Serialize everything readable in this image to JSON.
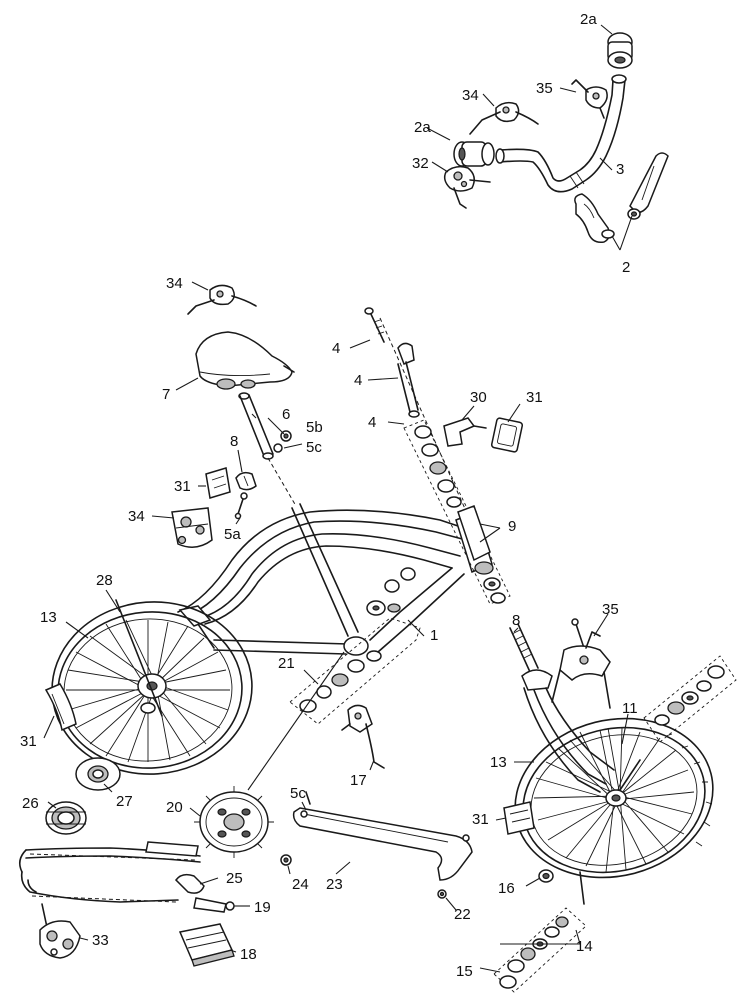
{
  "labels": {
    "2a_top": "2a",
    "2a_mid": "2a",
    "34_top": "34",
    "35_top": "35",
    "32": "32",
    "3": "3",
    "2": "2",
    "34_seat": "34",
    "4_a": "4",
    "4_b": "4",
    "4_c": "4",
    "7": "7",
    "6": "6",
    "5b": "5b",
    "5c_top": "5c",
    "30": "30",
    "31_top": "31",
    "8_left": "8",
    "31_left": "31",
    "34_left": "34",
    "5a": "5a",
    "9": "9",
    "28": "28",
    "13_left": "13",
    "1": "1",
    "21": "21",
    "8_right": "8",
    "35_right": "35",
    "11": "11",
    "31_bottom_left": "31",
    "17": "17",
    "13_right": "13",
    "26": "26",
    "27": "27",
    "20": "20",
    "5c_bottom": "5c",
    "31_right": "31",
    "25": "25",
    "24": "24",
    "23": "23",
    "16": "16",
    "19": "19",
    "22": "22",
    "33": "33",
    "18": "18",
    "14": "14",
    "15": "15"
  }
}
